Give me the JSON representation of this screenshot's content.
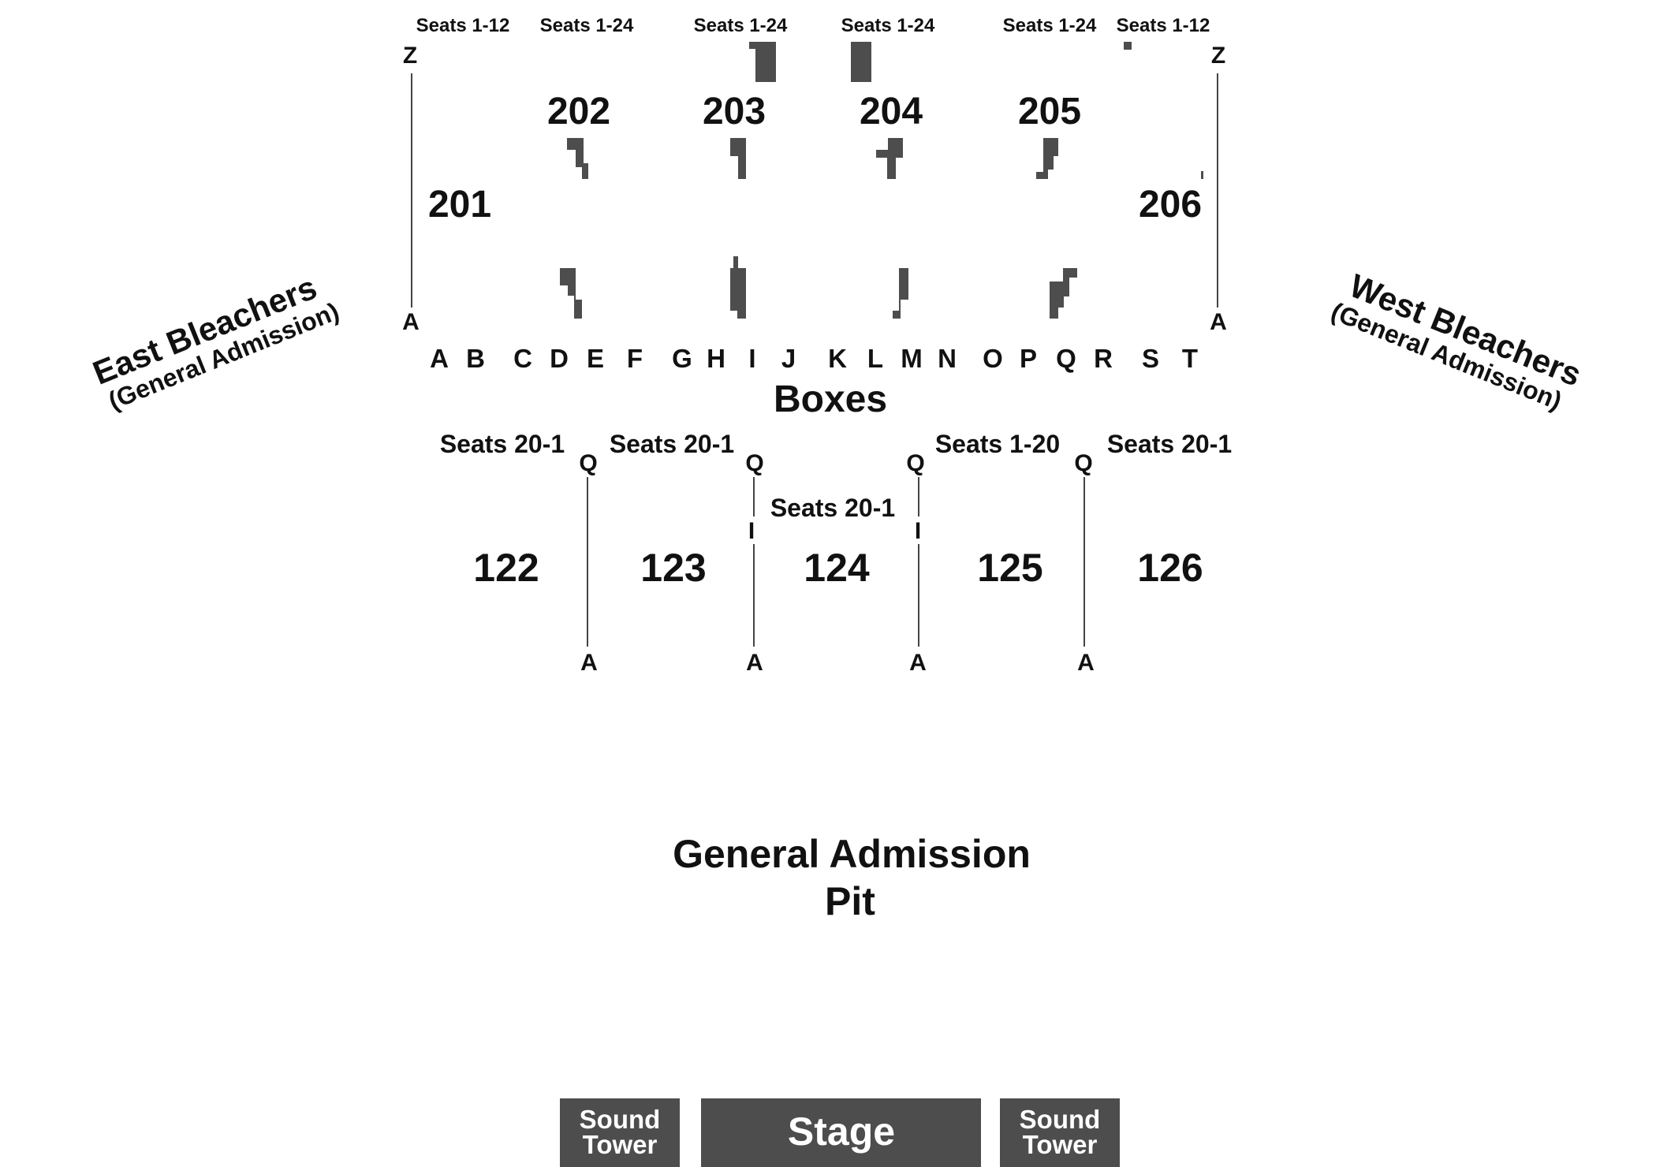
{
  "upper_level": {
    "seat_ranges": [
      "Seats 1-12",
      "Seats 1-24",
      "Seats 1-24",
      "Seats 1-24",
      "Seats 1-24",
      "Seats 1-12"
    ],
    "sections": [
      "201",
      "202",
      "203",
      "204",
      "205",
      "206"
    ],
    "row_top": "Z",
    "row_bottom": "A"
  },
  "boxes": {
    "letters": [
      "A",
      "B",
      "C",
      "D",
      "E",
      "F",
      "G",
      "H",
      "I",
      "J",
      "K",
      "L",
      "M",
      "N",
      "O",
      "P",
      "Q",
      "R",
      "S",
      "T"
    ],
    "title": "Boxes"
  },
  "lower_level": {
    "seat_ranges": [
      "Seats 20-1",
      "Seats 20-1",
      "Seats 20-1",
      "Seats 1-20",
      "Seats 20-1"
    ],
    "sections": [
      "122",
      "123",
      "124",
      "125",
      "126"
    ],
    "row_top": "Q",
    "row_mid": "I",
    "row_bottom": "A"
  },
  "bleachers": {
    "east": {
      "name": "East Bleachers",
      "note": "(General Admission)"
    },
    "west": {
      "name": "West Bleachers",
      "note": "(General Admission)"
    }
  },
  "pit": {
    "line1": "General Admission",
    "line2": "Pit"
  },
  "stage": {
    "stage_label": "Stage",
    "tower_left": {
      "line1": "Sound",
      "line2": "Tower"
    },
    "tower_right": {
      "line1": "Sound",
      "line2": "Tower"
    }
  },
  "colors": {
    "block_fill": "#4d4d4d",
    "text": "#111111",
    "background": "#ffffff"
  }
}
